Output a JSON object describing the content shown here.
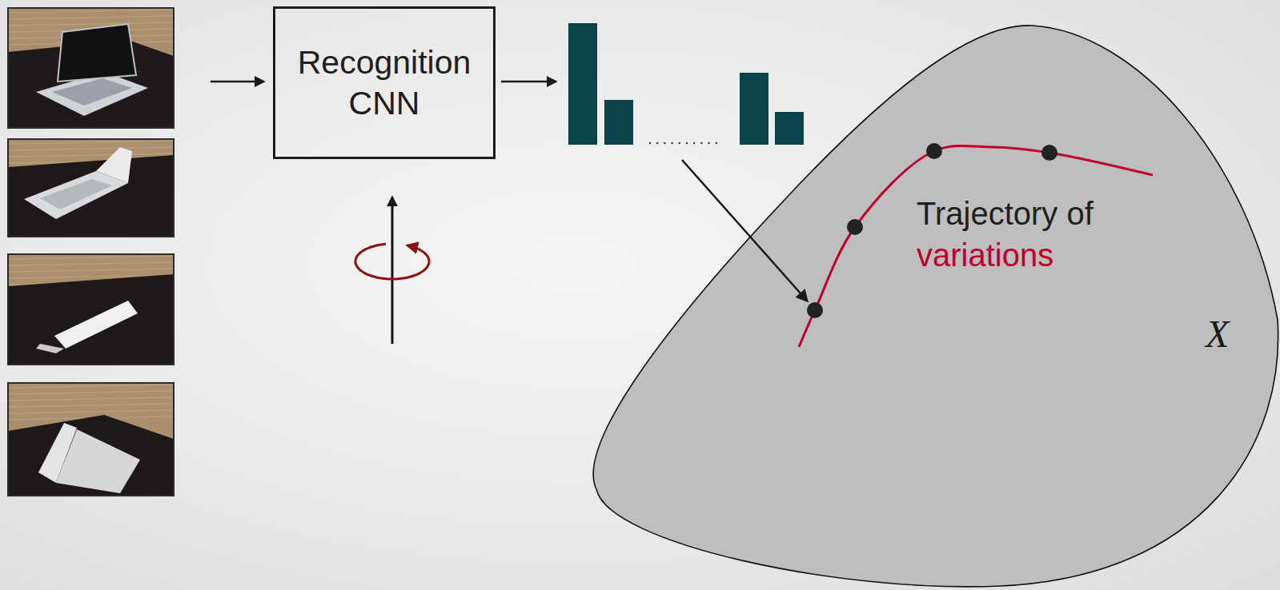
{
  "diagram": {
    "nodes": [
      {
        "text": [
          "Recognition CNN"
        ]
      },
      {
        "text": [
          "Trajectory of",
          "variations",
          "X"
        ]
      }
    ]
  }
}
